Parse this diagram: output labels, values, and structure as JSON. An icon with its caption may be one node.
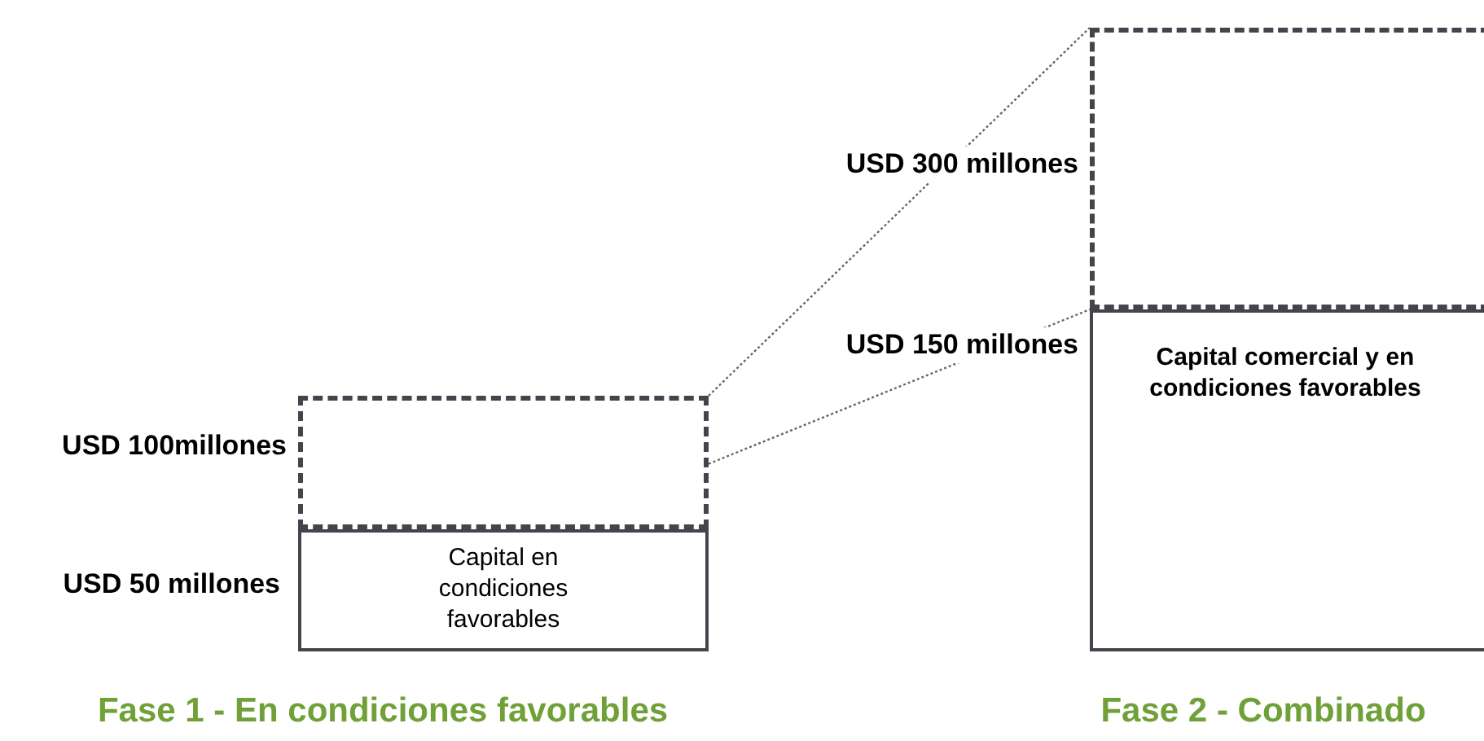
{
  "diagram": {
    "nodes": [
      {
        "text": [],
        "shape": "box",
        "beside": [
          "USD 100millones"
        ]
      },
      {
        "text": [
          "Capital en condiciones favorables"
        ],
        "beside": [
          "USD 50 millones"
        ]
      },
      {
        "text": [],
        "shape": "box",
        "beside": [
          "USD 300 millones"
        ]
      },
      {
        "text": [
          "Capital comercial y en condiciones favorables"
        ],
        "beside": [
          "USD 150 millones"
        ]
      }
    ],
    "edges": [
      {
        "from": 0,
        "to": 2,
        "arrow": "none"
      },
      {
        "from": 0,
        "to": 3,
        "arrow": "none"
      }
    ],
    "labels": [
      "Fase 1 - En condiciones favorables",
      "Fase 2 - Combinado"
    ]
  }
}
